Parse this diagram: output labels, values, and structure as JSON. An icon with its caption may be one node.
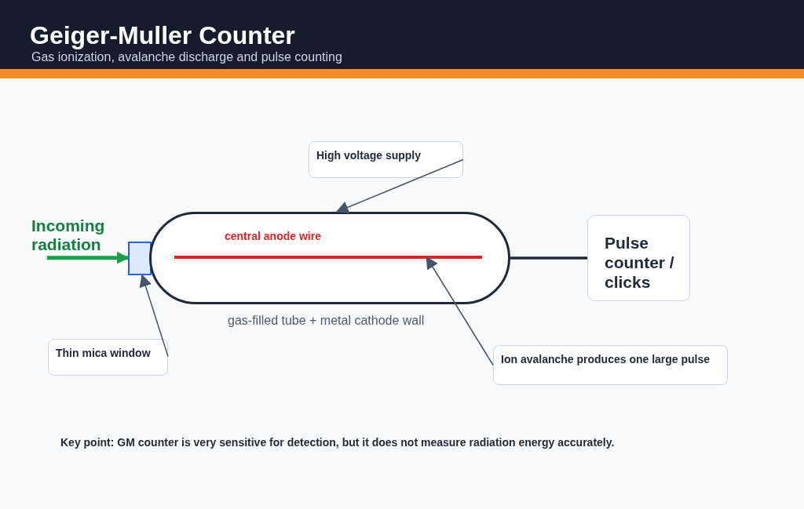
{
  "diagram": {
    "title": "Geiger-Muller Counter",
    "nodes": [
      {
        "text": [
          "Incoming radiation"
        ]
      },
      {
        "text": [],
        "shape": "box"
      },
      {
        "text": [],
        "shape": "capsule",
        "beside": [
          "gas-filled tube + metal cathode wall"
        ]
      },
      {
        "text": [],
        "shape": "bar",
        "in": 2,
        "beside": [
          "central anode wire"
        ]
      },
      {
        "text": [
          "High voltage supply"
        ]
      },
      {
        "text": [
          "Pulse counter / clicks"
        ]
      },
      {
        "text": [
          "Thin mica window"
        ]
      },
      {
        "text": [
          "Ion avalanche produces one large pulse"
        ]
      }
    ],
    "edges": [
      {
        "from": 0,
        "to": 1,
        "arrow": "to",
        "style": "thick",
        "color": "#16a34a"
      },
      {
        "from": 4,
        "to": 2,
        "arrow": "to"
      },
      {
        "from": 2,
        "to": 5,
        "arrow": "none",
        "style": "thick",
        "color": "#1e293b"
      },
      {
        "from": 6,
        "to": 1,
        "arrow": "to"
      },
      {
        "from": 7,
        "to": 3,
        "arrow": "to"
      }
    ],
    "labels": [
      "Gas ionization, avalanche discharge and pulse counting",
      "Key point: GM counter is very sensitive for detection, but it does not measure radiation energy accurately."
    ]
  }
}
